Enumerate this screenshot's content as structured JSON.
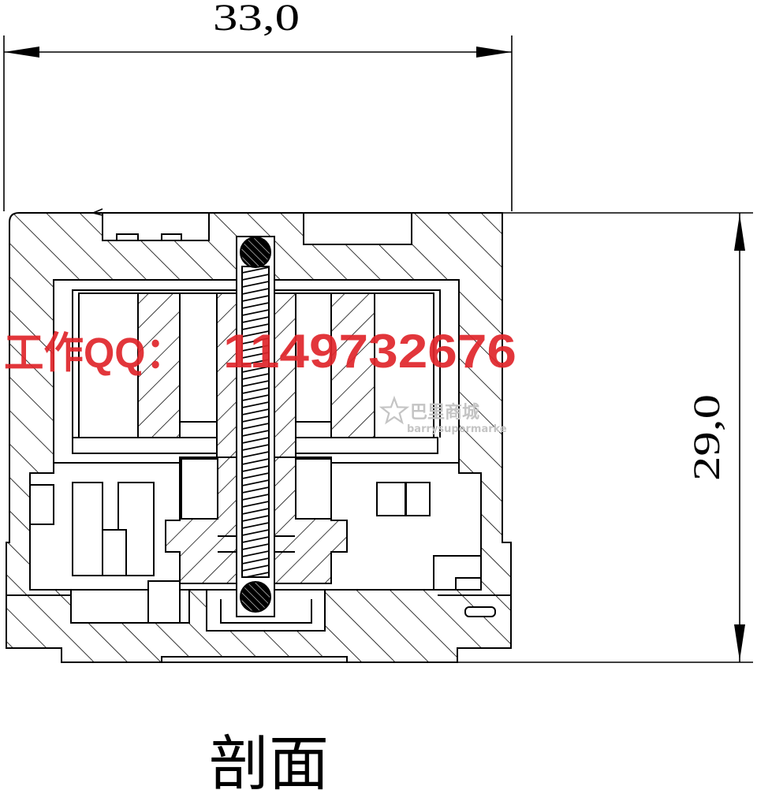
{
  "drawing": {
    "width_dimension": "33,0",
    "height_dimension": "29,0",
    "caption": "剖面"
  },
  "watermark": {
    "contact_label": "工作QQ：",
    "contact_number": "1149732676",
    "logo_cn": "巴里商城",
    "logo_en": "barrysupermarke",
    "logo_icon": "star-icon"
  },
  "colors": {
    "line": "#000000",
    "watermark": "#e0262b",
    "logo": "#c4c4c4"
  }
}
